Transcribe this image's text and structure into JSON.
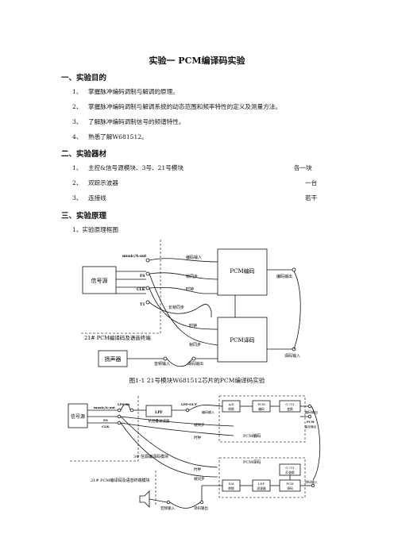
{
  "doc": {
    "title": "实验一 PCM编译码实验",
    "s1": {
      "heading": "一、实验目的",
      "items": [
        {
          "num": "1、",
          "text": "掌握脉冲编码调制与解调的原理。"
        },
        {
          "num": "2、",
          "text": "掌握脉冲编码调制与解调系统的动态范围和频率特性的定义及测量方法。"
        },
        {
          "num": "3、",
          "text": "了解脉冲编码调制信号的频谱特性。"
        },
        {
          "num": "4、",
          "text": "熟悉了解W681512。"
        }
      ]
    },
    "s2": {
      "heading": "二、实验器材",
      "items": [
        {
          "num": "1、",
          "text": "主控&信号源模块、3号、21号模块",
          "qty": "各一块"
        },
        {
          "num": "2、",
          "text": "双踪示波器",
          "qty": "一台"
        },
        {
          "num": "3、",
          "text": "连接线",
          "qty": "若干"
        }
      ]
    },
    "s3": {
      "heading": "三、实验原理",
      "sub": "1、实验原理框图"
    },
    "caption": "图1-1 21号模块W681512芯片的PCM编译码实验"
  },
  "fig1": {
    "source": "信号源",
    "speaker": "扬声器",
    "pins": [
      "music/A-out",
      "FS",
      "CLK",
      "T1"
    ],
    "module": "21# PCM编译码及语音终端",
    "pcm_enc": "PCM编码",
    "pcm_dec": "PCM译码",
    "enc_in": "编码输入",
    "frame_sync": "帧同步",
    "clock": "时钟",
    "long_frame": "长帧同步",
    "enc_out": "编码输出",
    "dec_in": "译码输入",
    "audio_in": "音频输入",
    "dec_out": "译码输出"
  },
  "fig2": {
    "source": "信号源",
    "pins": [
      "music/A-out",
      "FS",
      "CLK"
    ],
    "lpf_in": "LPF-IN",
    "lpf": "LPF",
    "aa_filter": "抗混叠滤波器",
    "lpf_out": "LPF-OUT",
    "enc_in": "编码输入",
    "ad": "A/D",
    "ad2": "转换",
    "pcm_enc_block": "PCM",
    "pcm_enc_block2": "编码",
    "g711": "G.711",
    "g711_enc": "变换",
    "g711_dec": "反变换",
    "enc_out": "编码输出",
    "pcm_tx": "PCM",
    "pcm_tx2": "量化输出",
    "pcm_enc": "PCM编码",
    "frame_sync": "帧同步",
    "clock": "时钟",
    "module3": "3# 信源编译码模块",
    "pcm_dec": "PCM译码",
    "pcm_dec_block": "PCM",
    "pcm_dec_block2": "译码",
    "da": "D/A",
    "da2": "转换",
    "ldf": "LDF",
    "ldf2": "滤波器",
    "dec_in": "译码输入",
    "module21": "21# PCM编译码及语音终端模块",
    "audio_in": "音频输入",
    "dec_out": "译码输出"
  },
  "colors": {
    "ink": "#111111",
    "dash": "#444444"
  }
}
